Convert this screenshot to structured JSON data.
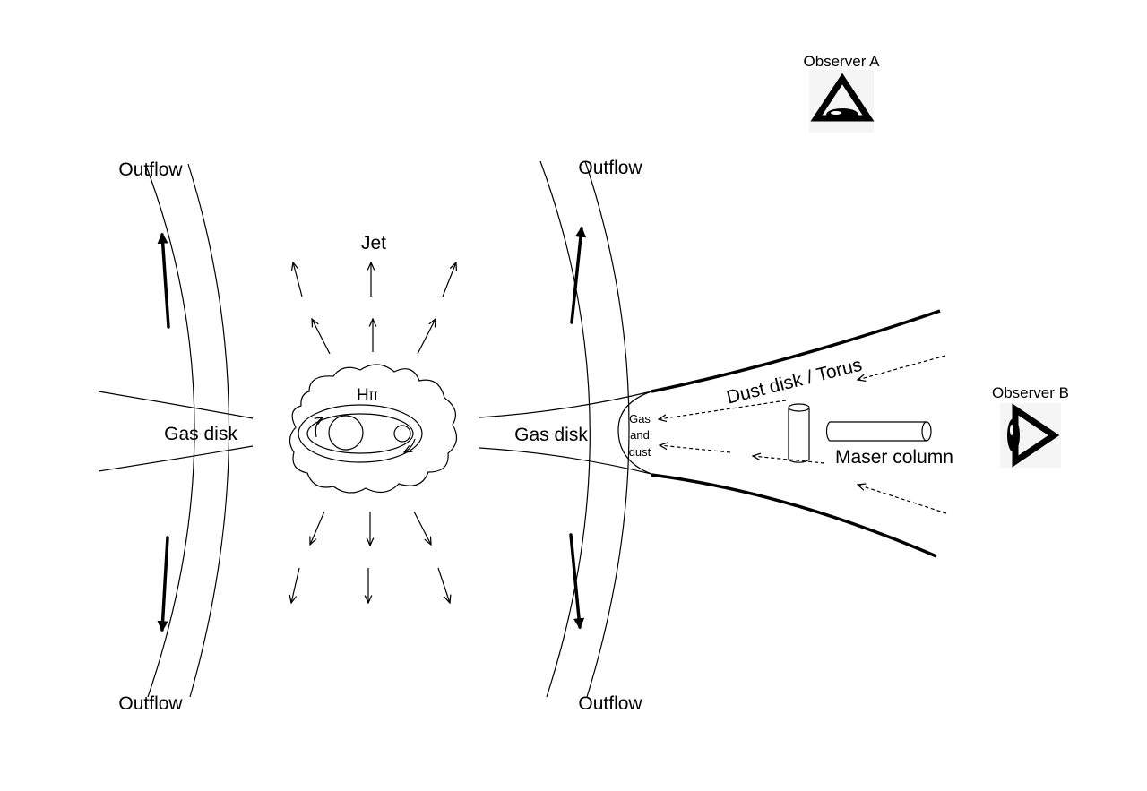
{
  "labels": {
    "observer_a": "Observer A",
    "observer_b": "Observer B",
    "outflow_top_left": "Outflow",
    "outflow_top_right": "Outflow",
    "outflow_bottom_left": "Outflow",
    "outflow_bottom_right": "Outflow",
    "jet": "Jet",
    "hii_h": "H",
    "hii_roman": "II",
    "gas_disk_left": "Gas disk",
    "gas_disk_right": "Gas disk",
    "gas_and_dust_1": "Gas",
    "gas_and_dust_2": "and",
    "gas_and_dust_3": "dust",
    "dust_disk_torus": "Dust disk / Torus",
    "maser_column": "Maser column"
  }
}
